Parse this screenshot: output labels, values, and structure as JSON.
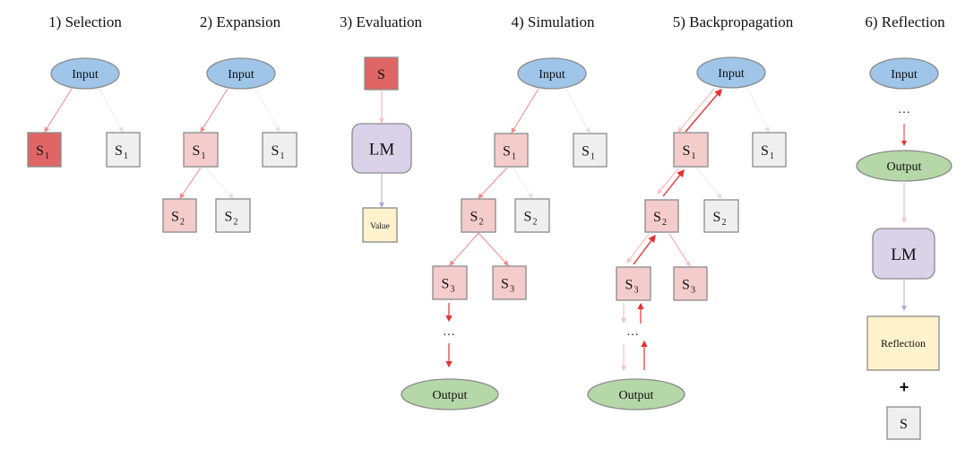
{
  "colors": {
    "selected": "#e06666",
    "visited": "#f4cccc",
    "unvisited": "#efefef",
    "input": "#9fc5e8",
    "output": "#b6d7a8",
    "lm": "#d9d2e9",
    "note": "#fff2cc",
    "edge_strong": "#e83030",
    "edge_mid": "#ee8a8a",
    "edge_faint": "#f5c4c4",
    "edge_gray": "#e8e8e8",
    "edge_lavender": "#b4a7d6"
  },
  "panels": [
    {
      "id": "selection",
      "title": "1) Selection"
    },
    {
      "id": "expansion",
      "title": "2) Expansion"
    },
    {
      "id": "evaluation",
      "title": "3) Evaluation"
    },
    {
      "id": "simulation",
      "title": "4) Simulation"
    },
    {
      "id": "backpropagation",
      "title": "5) Backpropagation"
    },
    {
      "id": "reflection",
      "title": "6) Reflection"
    }
  ],
  "labels": {
    "input": "Input",
    "output": "Output",
    "lm": "LM",
    "value": "Value",
    "reflection": "Reflection",
    "state": "S",
    "ellipsis": "…",
    "plus": "+"
  },
  "nodes": [
    {
      "panel": 0,
      "name": "input-node",
      "shape": "ellipse",
      "kind": "input",
      "label": "Input"
    },
    {
      "panel": 0,
      "name": "state-s1-selected",
      "shape": "box",
      "kind": "selected",
      "label": "S",
      "sub": "1"
    },
    {
      "panel": 0,
      "name": "state-s1-unvisited",
      "shape": "box",
      "kind": "unvisited",
      "label": "S",
      "sub": "1"
    },
    {
      "panel": 1,
      "name": "input-node",
      "shape": "ellipse",
      "kind": "input",
      "label": "Input"
    },
    {
      "panel": 1,
      "name": "state-s1-visited",
      "shape": "box",
      "kind": "visited",
      "label": "S",
      "sub": "1"
    },
    {
      "panel": 1,
      "name": "state-s1-unvisited",
      "shape": "box",
      "kind": "unvisited",
      "label": "S",
      "sub": "1"
    },
    {
      "panel": 1,
      "name": "state-s2-visited",
      "shape": "box",
      "kind": "visited",
      "label": "S",
      "sub": "2"
    },
    {
      "panel": 1,
      "name": "state-s2-unvisited",
      "shape": "box",
      "kind": "unvisited",
      "label": "S",
      "sub": "2"
    },
    {
      "panel": 2,
      "name": "state-s-selected",
      "shape": "box",
      "kind": "selected",
      "label": "S",
      "sub": ""
    },
    {
      "panel": 2,
      "name": "lm-node",
      "shape": "rounded",
      "kind": "lm",
      "label": "LM"
    },
    {
      "panel": 2,
      "name": "value-node",
      "shape": "box",
      "kind": "note",
      "label": "Value",
      "small": true
    },
    {
      "panel": 3,
      "name": "input-node",
      "shape": "ellipse",
      "kind": "input",
      "label": "Input"
    },
    {
      "panel": 3,
      "name": "state-s1-visited",
      "shape": "box",
      "kind": "visited",
      "label": "S",
      "sub": "1"
    },
    {
      "panel": 3,
      "name": "state-s1-unvisited",
      "shape": "box",
      "kind": "unvisited",
      "label": "S",
      "sub": "1"
    },
    {
      "panel": 3,
      "name": "state-s2-visited",
      "shape": "box",
      "kind": "visited",
      "label": "S",
      "sub": "2"
    },
    {
      "panel": 3,
      "name": "state-s2-unvisited",
      "shape": "box",
      "kind": "unvisited",
      "label": "S",
      "sub": "2"
    },
    {
      "panel": 3,
      "name": "state-s3-left",
      "shape": "box",
      "kind": "visited",
      "label": "S",
      "sub": "3"
    },
    {
      "panel": 3,
      "name": "state-s3-right",
      "shape": "box",
      "kind": "visited",
      "label": "S",
      "sub": "3"
    },
    {
      "panel": 3,
      "name": "ellipsis",
      "shape": "text",
      "label": "…"
    },
    {
      "panel": 3,
      "name": "output-node",
      "shape": "ellipse",
      "kind": "output",
      "label": "Output"
    },
    {
      "panel": 4,
      "name": "input-node",
      "shape": "ellipse",
      "kind": "input",
      "label": "Input"
    },
    {
      "panel": 4,
      "name": "state-s1-visited",
      "shape": "box",
      "kind": "visited",
      "label": "S",
      "sub": "1"
    },
    {
      "panel": 4,
      "name": "state-s1-unvisited",
      "shape": "box",
      "kind": "unvisited",
      "label": "S",
      "sub": "1"
    },
    {
      "panel": 4,
      "name": "state-s2-visited",
      "shape": "box",
      "kind": "visited",
      "label": "S",
      "sub": "2"
    },
    {
      "panel": 4,
      "name": "state-s2-unvisited",
      "shape": "box",
      "kind": "unvisited",
      "label": "S",
      "sub": "2"
    },
    {
      "panel": 4,
      "name": "state-s3-left",
      "shape": "box",
      "kind": "visited",
      "label": "S",
      "sub": "3"
    },
    {
      "panel": 4,
      "name": "state-s3-right",
      "shape": "box",
      "kind": "visited",
      "label": "S",
      "sub": "3"
    },
    {
      "panel": 4,
      "name": "ellipsis",
      "shape": "text",
      "label": "…"
    },
    {
      "panel": 4,
      "name": "output-node",
      "shape": "ellipse",
      "kind": "output",
      "label": "Output"
    },
    {
      "panel": 5,
      "name": "input-node",
      "shape": "ellipse",
      "kind": "input",
      "label": "Input"
    },
    {
      "panel": 5,
      "name": "ellipsis",
      "shape": "text",
      "label": "…"
    },
    {
      "panel": 5,
      "name": "output-node",
      "shape": "ellipse",
      "kind": "output",
      "label": "Output"
    },
    {
      "panel": 5,
      "name": "lm-node",
      "shape": "rounded",
      "kind": "lm",
      "label": "LM"
    },
    {
      "panel": 5,
      "name": "reflection-node",
      "shape": "box",
      "kind": "note",
      "label": "Reflection",
      "small": true
    },
    {
      "panel": 5,
      "name": "plus-sign",
      "shape": "text",
      "label": "+",
      "bold": true
    },
    {
      "panel": 5,
      "name": "state-s-unvisited",
      "shape": "box",
      "kind": "unvisited",
      "label": "S",
      "sub": ""
    }
  ]
}
